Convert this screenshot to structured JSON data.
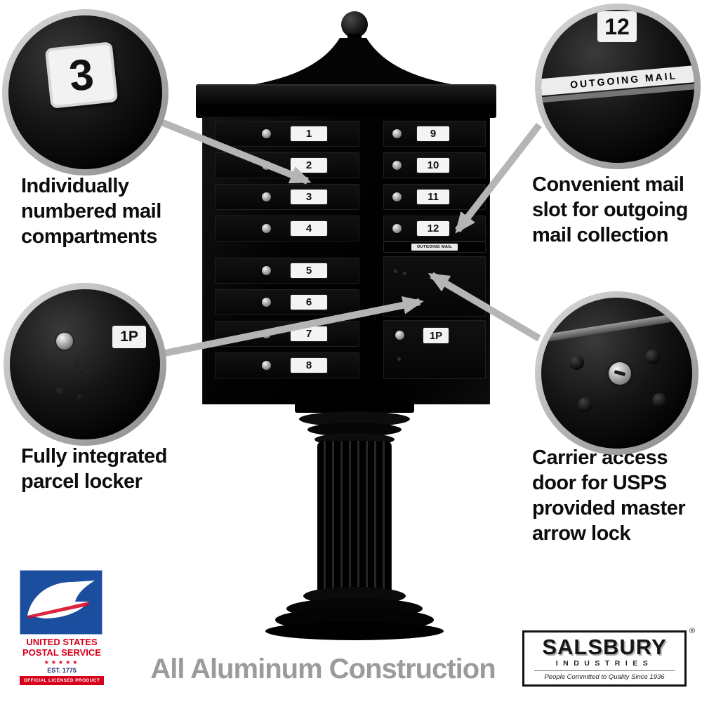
{
  "unit": {
    "doors_left": [
      "1",
      "2",
      "3",
      "4",
      "5",
      "6",
      "7",
      "8"
    ],
    "doors_right": [
      "9",
      "10",
      "11",
      "12"
    ],
    "outgoing_slot_label": "OUTGOING MAIL",
    "parcel_door_label": "1P"
  },
  "callouts": {
    "numbered": {
      "zoom_label": "3",
      "lines": [
        "Individually",
        "numbered mail",
        "compartments"
      ]
    },
    "outgoing": {
      "zoom_door_label": "12",
      "zoom_strip_label": "OUTGOING MAIL",
      "lines": [
        "Convenient mail",
        "slot for outgoing",
        "mail collection"
      ]
    },
    "parcel": {
      "zoom_label": "1P",
      "lines": [
        "Fully integrated",
        "parcel locker"
      ]
    },
    "carrier": {
      "lines": [
        "Carrier access",
        "door for USPS",
        "provided master",
        "arrow lock"
      ]
    }
  },
  "footer": {
    "construction_text": "All Aluminum Construction",
    "usps": {
      "line1": "UNITED STATES",
      "line2": "POSTAL SERVICE",
      "stars": "★★★★★",
      "established": "EST. 1775",
      "licensed": "OFFICIAL LICENSED PRODUCT"
    },
    "salsbury": {
      "name": "SALSBURY",
      "subname": "INDUSTRIES",
      "tagline": "People Committed to Quality Since 1936",
      "registered": "®"
    }
  },
  "colors": {
    "unit_black": "#0a0a0a",
    "arrow_gray": "#b5b5b5",
    "caption_text": "#0d0d0d",
    "construction_gray": "#9b9b9b",
    "usps_blue": "#1c4ea0",
    "usps_red": "#d6001c"
  }
}
